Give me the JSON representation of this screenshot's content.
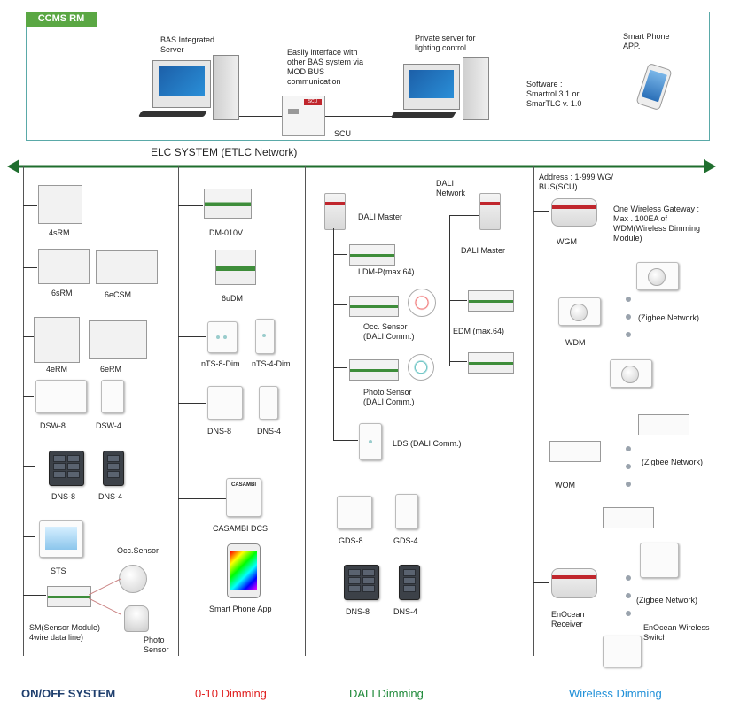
{
  "top": {
    "badge": "CCMS RM",
    "bas_server": "BAS Integrated\nServer",
    "interface_note": "Easily interface with\nother BAS system via\nMOD BUS\ncommunication",
    "private_server": "Private server for\nlighting control",
    "software": "Software :\nSmartrol 3.1 or\nSmarTLC v. 1.0",
    "smartphone": "Smart Phone\nAPP.",
    "scu_label": "SCU",
    "scu_device_text": "SCU"
  },
  "network": {
    "title": "ELC SYSTEM (ETLC Network)"
  },
  "onoff": {
    "labels": [
      "4sRM",
      "6sRM",
      "6eCSM",
      "4eRM",
      "6eRM",
      "DSW-8",
      "DSW-4",
      "DNS-8",
      "DNS-4",
      "STS",
      "Occ.Sensor",
      "SM(Sensor Module)\n4wire data line)",
      "Photo\nSensor"
    ]
  },
  "dim010": {
    "labels": [
      "DM-010V",
      "6uDM",
      "nTS-8-Dim",
      "nTS-4-Dim",
      "DNS-8",
      "DNS-4",
      "CASAMBI DCS",
      "Smart Phone App"
    ],
    "casambi_text": "CASAMBI"
  },
  "dali": {
    "labels": [
      "DALI Master",
      "DALI\nNetwork",
      "DALI Master",
      "LDM-P(max.64)",
      "Occ. Sensor\n(DALI Comm.)",
      "EDM (max.64)",
      "Photo Sensor\n(DALI Comm.)",
      "LDS (DALI Comm.)",
      "GDS-8",
      "GDS-4",
      "DNS-8",
      "DNS-4"
    ]
  },
  "wireless": {
    "address": "Address : 1-999 WG/\nBUS(SCU)",
    "gateway_note": "One Wireless Gateway :\nMax . 100EA of\nWDM(Wireless Dimming\nModule)",
    "labels": [
      "WGM",
      "WDM",
      "(Zigbee Network)",
      "WOM",
      "(Zigbee Network)",
      "EnOcean\nReceiver",
      "(Zigbee Network)",
      "EnOcean Wireless\nSwitch"
    ]
  },
  "footer": {
    "onoff": "ON/OFF SYSTEM",
    "dim010": "0-10 Dimming",
    "dali": "DALI Dimming",
    "wireless": "Wireless Dimming"
  },
  "colors": {
    "badge": "#5aa743",
    "frame": "#5aa9a8",
    "network_arrow": "#1f6e2e",
    "footer_onoff": "#1f3f6e",
    "footer_dim010": "#e02020",
    "footer_dali": "#1f8a3a",
    "footer_wireless": "#1e8fd8"
  }
}
